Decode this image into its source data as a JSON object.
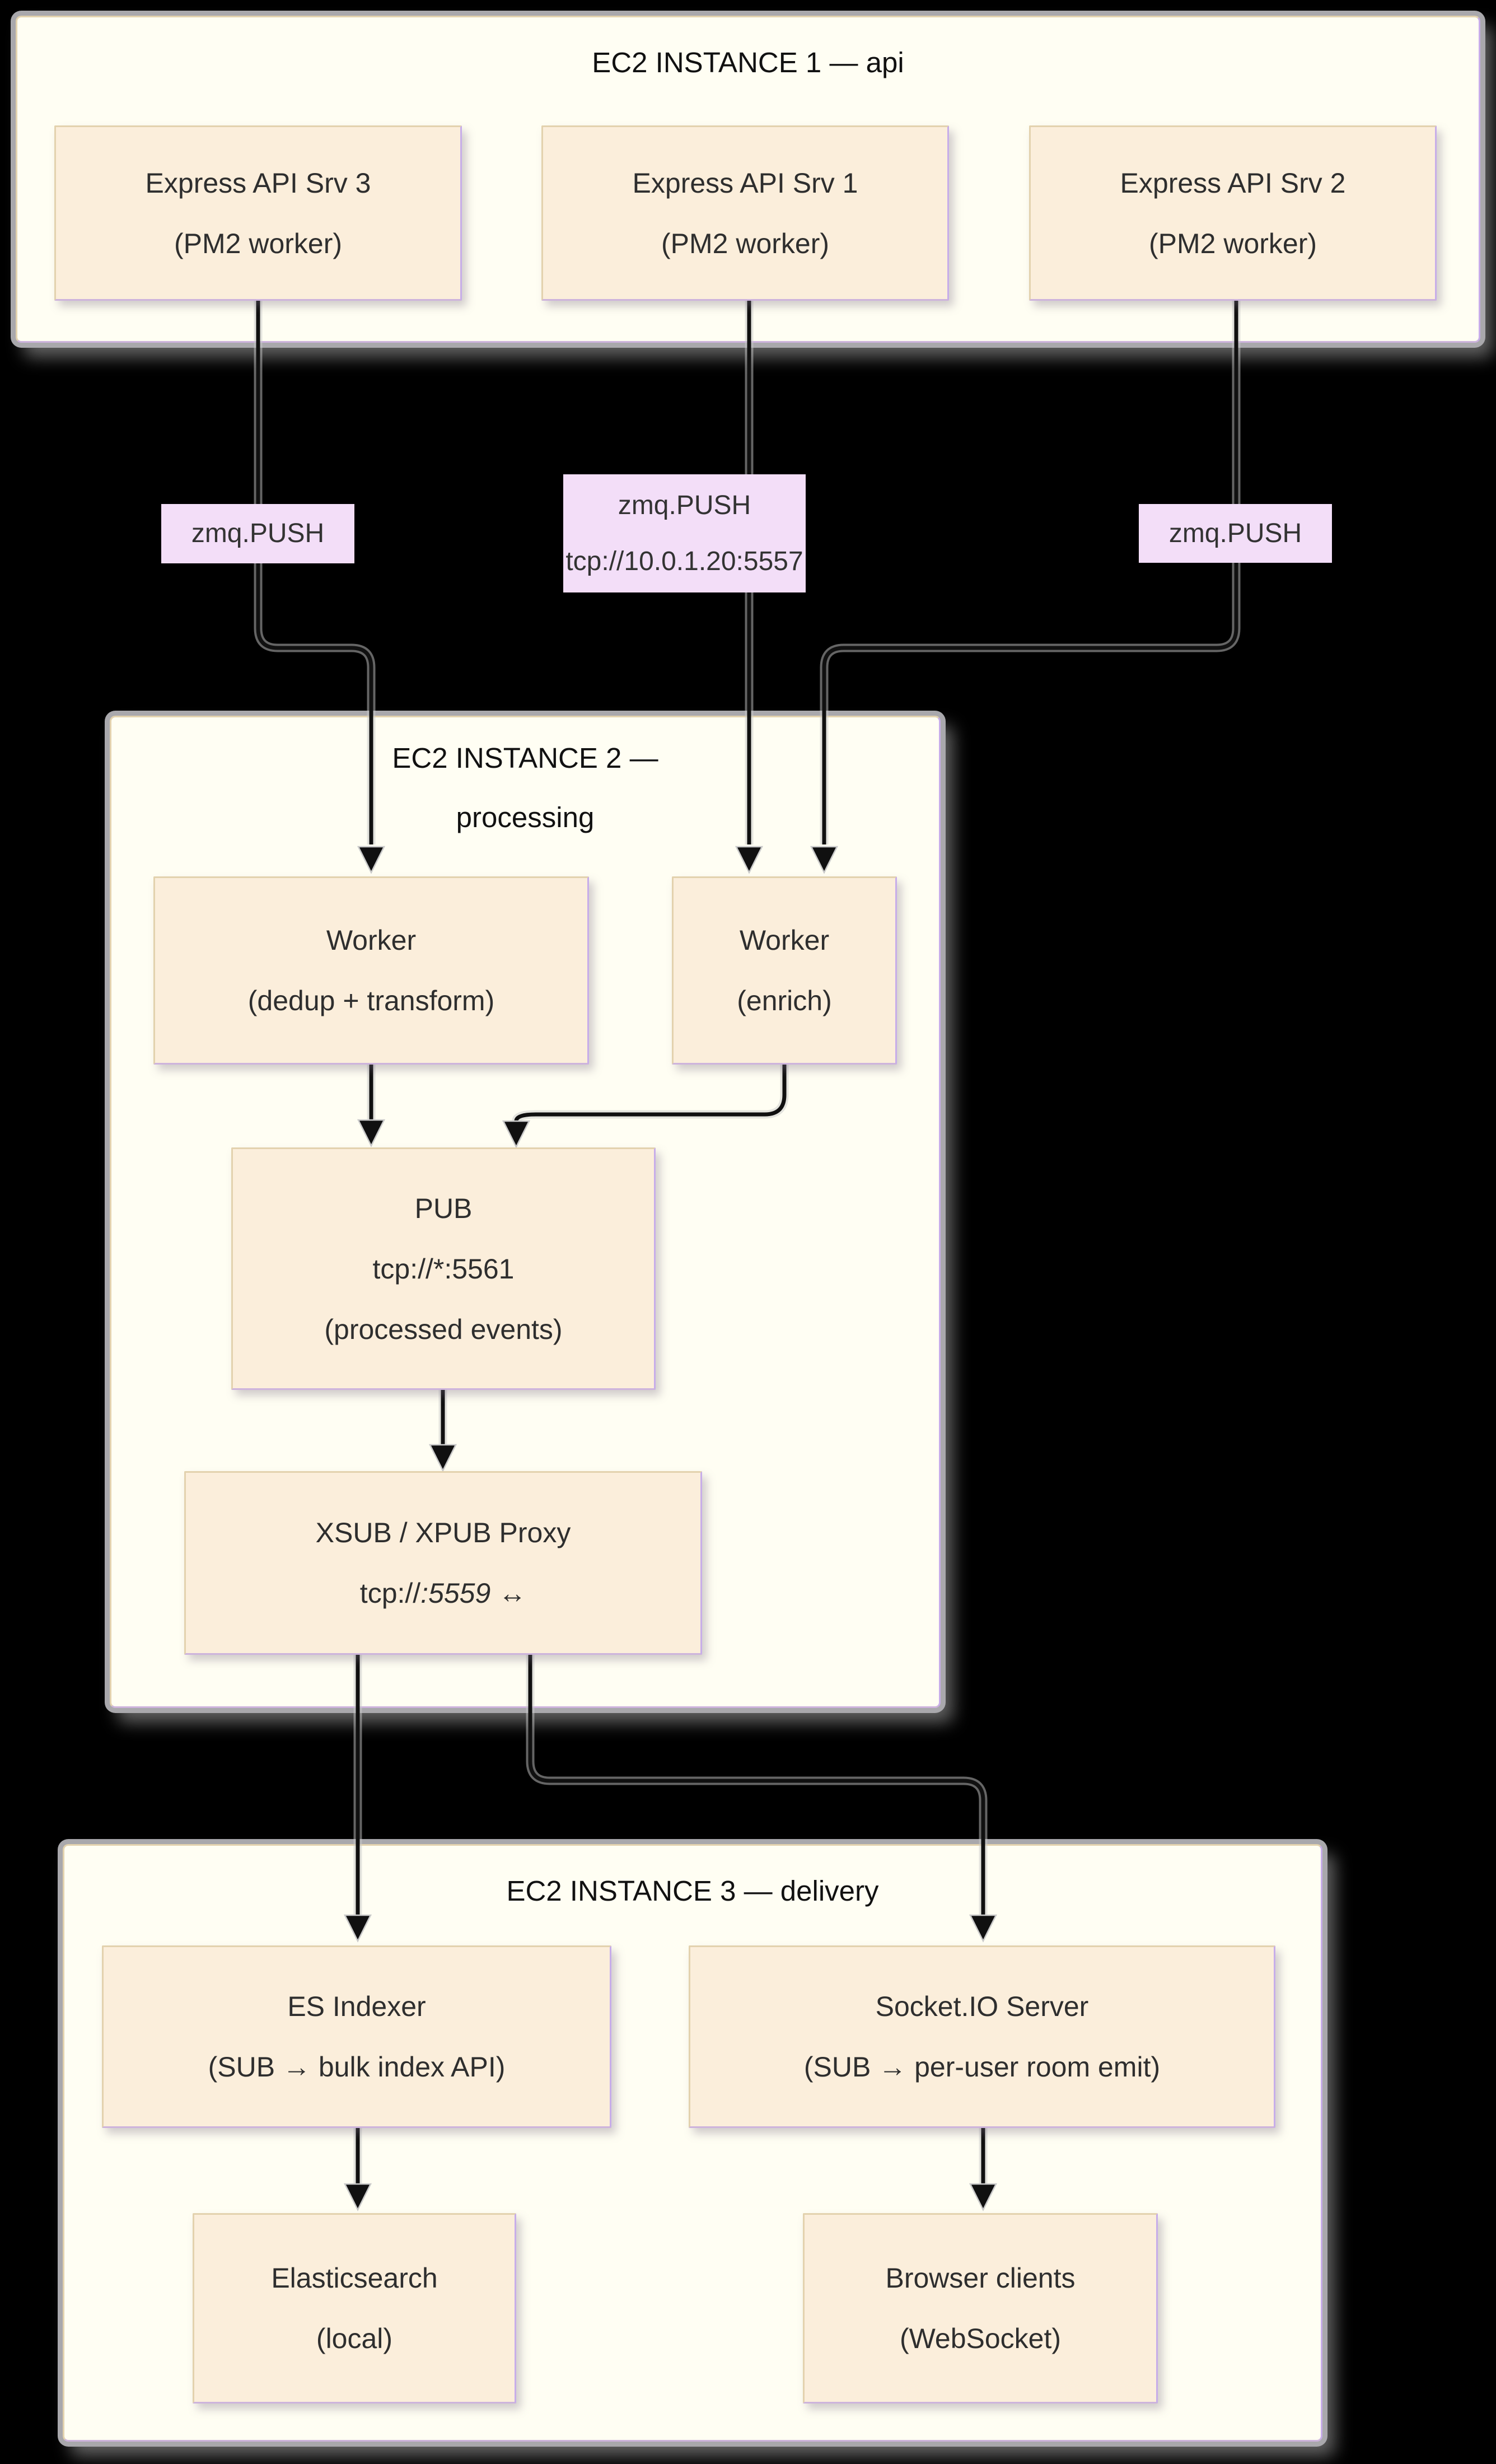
{
  "diagram": {
    "type": "flowchart",
    "containers": [
      {
        "id": "ec2-1",
        "title": "EC2 INSTANCE 1 — api",
        "title_line1": "EC2 INSTANCE 1 — api",
        "title_line2": "",
        "nodes": [
          {
            "id": "srv3",
            "line1": "Express API Srv 3",
            "line2": "(PM2 worker)"
          },
          {
            "id": "srv1",
            "line1": "Express API Srv 1",
            "line2": "(PM2 worker)"
          },
          {
            "id": "srv2",
            "line1": "Express API Srv 2",
            "line2": "(PM2 worker)"
          }
        ]
      },
      {
        "id": "ec2-2",
        "title": "EC2 INSTANCE 2 — processing",
        "title_line1": "EC2 INSTANCE 2 —",
        "title_line2": "processing",
        "nodes": [
          {
            "id": "worker-dedup",
            "line1": "Worker",
            "line2": "(dedup + transform)"
          },
          {
            "id": "worker-enrich",
            "line1": "Worker",
            "line2": "(enrich)"
          },
          {
            "id": "pub",
            "line1": "PUB",
            "line2": "tcp://*:5561",
            "line3": "(processed events)"
          },
          {
            "id": "xsub-xpub",
            "line1": "XSUB / XPUB Proxy",
            "line2_prefix": "tcp://",
            "line2_italic": ":5559",
            "line2_suffix": " ↔"
          }
        ]
      },
      {
        "id": "ec2-3",
        "title": "EC2 INSTANCE 3 — delivery",
        "title_line1": "EC2 INSTANCE 3 — delivery",
        "title_line2": "",
        "nodes": [
          {
            "id": "es-indexer",
            "line1": "ES Indexer",
            "line2": "(SUB → bulk index API)"
          },
          {
            "id": "socketio",
            "line1": "Socket.IO Server",
            "line2": "(SUB → per-user room emit)"
          },
          {
            "id": "elasticsearch",
            "line1": "Elasticsearch",
            "line2": "(local)"
          },
          {
            "id": "browser-clients",
            "line1": "Browser clients",
            "line2": "(WebSocket)"
          }
        ]
      }
    ],
    "edge_labels": [
      {
        "id": "push-left",
        "line1": "zmq.PUSH",
        "line2": ""
      },
      {
        "id": "push-mid",
        "line1": "zmq.PUSH",
        "line2": "tcp://10.0.1.20:5557"
      },
      {
        "id": "push-right",
        "line1": "zmq.PUSH",
        "line2": ""
      }
    ],
    "edges": [
      {
        "from": "Express API Srv 3",
        "to": "Worker (dedup + transform)",
        "label": "zmq.PUSH"
      },
      {
        "from": "Express API Srv 1",
        "to": "Worker (enrich)",
        "label": "zmq.PUSH tcp://10.0.1.20:5557"
      },
      {
        "from": "Express API Srv 2",
        "to": "Worker (enrich)",
        "label": "zmq.PUSH"
      },
      {
        "from": "Worker (dedup + transform)",
        "to": "PUB",
        "label": ""
      },
      {
        "from": "Worker (enrich)",
        "to": "PUB",
        "label": ""
      },
      {
        "from": "PUB",
        "to": "XSUB / XPUB Proxy",
        "label": ""
      },
      {
        "from": "XSUB / XPUB Proxy",
        "to": "ES Indexer",
        "label": ""
      },
      {
        "from": "XSUB / XPUB Proxy",
        "to": "Socket.IO Server",
        "label": ""
      },
      {
        "from": "ES Indexer",
        "to": "Elasticsearch (local)",
        "label": ""
      },
      {
        "from": "Socket.IO Server",
        "to": "Browser clients (WebSocket)",
        "label": ""
      }
    ]
  },
  "colors": {
    "page_background": "#000000",
    "container_fill": "#FFFEF3",
    "container_ring": "#A9A8AC",
    "node_fill": "#FBEEDB",
    "node_border_tan": "#E3D2AE",
    "node_border_purple": "#C7ADE9",
    "edge_label_background": "#F3DEF8",
    "edge_stroke": "#101010",
    "text": "#2E2E2E"
  }
}
